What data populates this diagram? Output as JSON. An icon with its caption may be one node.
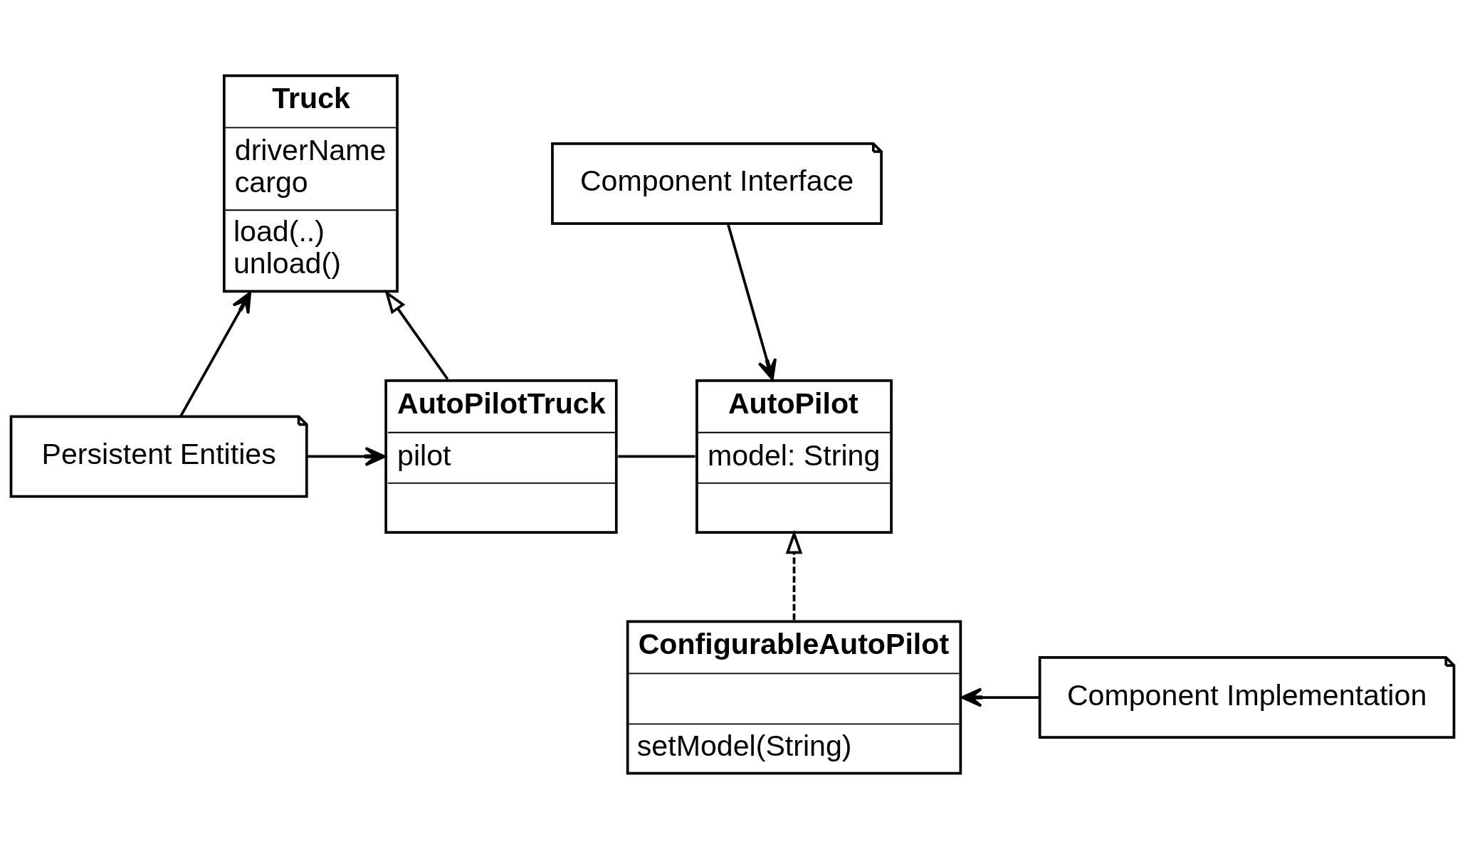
{
  "diagram": {
    "nodes": [
      {
        "text": [
          "Persistent Entities"
        ]
      },
      {
        "text": [
          "Truck",
          "driverName",
          "cargo",
          "load(..)",
          "unload()"
        ]
      },
      {
        "text": [
          "Component Interface"
        ]
      },
      {
        "text": [
          "AutoPilotTruck",
          "pilot"
        ]
      },
      {
        "text": [
          "AutoPilot",
          "model: String"
        ]
      },
      {
        "text": [
          "Component Implementation"
        ]
      },
      {
        "text": [
          "ConfigurableAutoPilot",
          "setModel(String)"
        ]
      }
    ],
    "edges": [
      {
        "from": 0,
        "to": 1,
        "arrow": "to"
      },
      {
        "from": 0,
        "to": 3,
        "arrow": "to"
      },
      {
        "from": 2,
        "to": 4,
        "arrow": "to"
      },
      {
        "from": 3,
        "to": 1,
        "arrow": "to"
      },
      {
        "from": 3,
        "to": 4,
        "arrow": "none"
      },
      {
        "from": 6,
        "to": 4,
        "arrow": "to",
        "style": "dashed"
      },
      {
        "from": 5,
        "to": 6,
        "arrow": "to"
      }
    ]
  }
}
